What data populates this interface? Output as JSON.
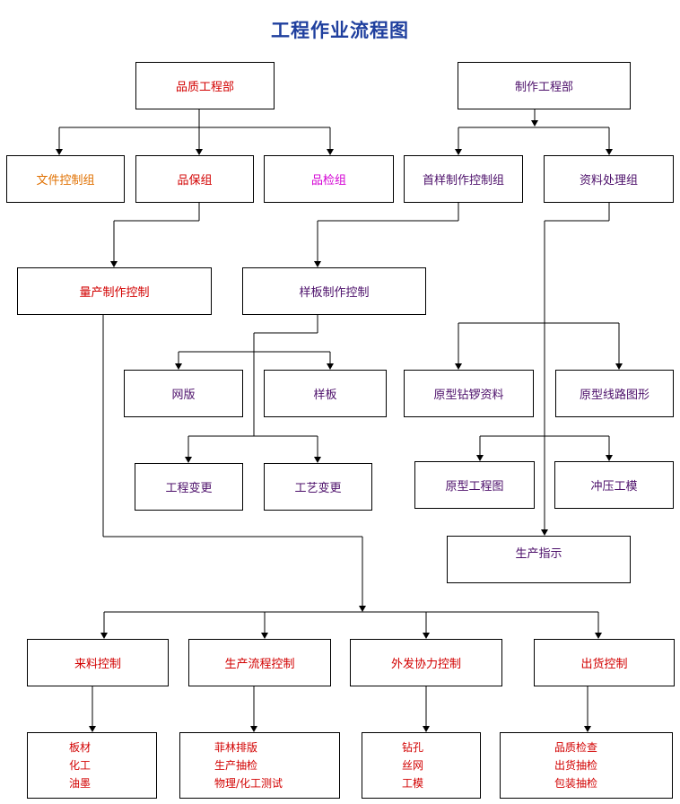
{
  "title": "工程作业流程图",
  "colors": {
    "title": "#1f3f9e",
    "red": "#d20000",
    "purple": "#4c0f6a",
    "orange": "#e07000",
    "magenta": "#d400d4"
  },
  "nodes": {
    "quality_dept": "品质工程部",
    "production_eng_dept": "制作工程部",
    "doc_control_group": "文件控制组",
    "qa_group": "品保组",
    "qc_group": "品检组",
    "first_sample_group": "首样制作控制组",
    "data_processing_group": "资料处理组",
    "mass_production_control": "量产制作控制",
    "sample_board_control": "样板制作控制",
    "screen": "网版",
    "sample_board": "样板",
    "proto_drill_data": "原型钻锣资料",
    "proto_circuit_graphics": "原型线路图形",
    "eng_change": "工程变更",
    "process_change": "工艺变更",
    "proto_eng_drawing": "原型工程图",
    "stamping_die": "冲压工模",
    "production_instruction": "生产指示",
    "incoming_control": "来料控制",
    "production_flow_control": "生产流程控制",
    "outsourcing_control": "外发协力控制",
    "shipping_control": "出货控制"
  },
  "lists": {
    "incoming": [
      "板材",
      "化工",
      "油墨"
    ],
    "production": [
      "菲林排版",
      "生产抽检",
      "物理/化工测试"
    ],
    "outsourcing": [
      "钻孔",
      "丝网",
      "工模"
    ],
    "shipping": [
      "品质检查",
      "出货抽检",
      "包装抽检"
    ]
  }
}
